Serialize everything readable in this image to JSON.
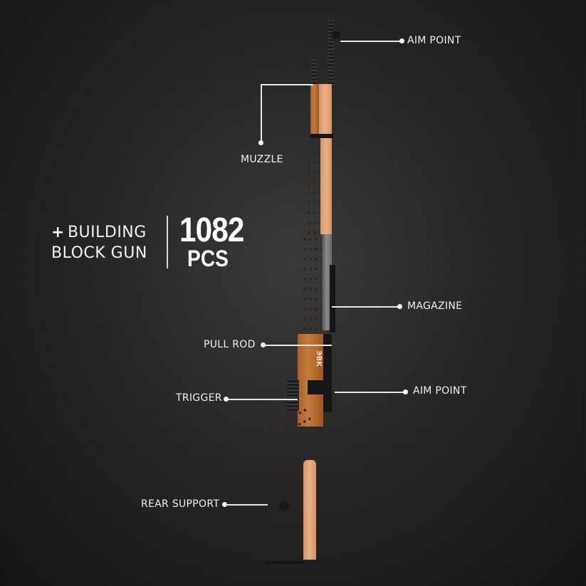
{
  "product": {
    "headline_line1": "BUILDING",
    "headline_line2": "BLOCK GUN",
    "plus_icon": "+",
    "piece_count": "1082",
    "piece_unit": "PCS",
    "brand_mark": "ЭBK"
  },
  "callouts": [
    {
      "id": "aim-point-top",
      "label": "AIM POINT",
      "side": "right"
    },
    {
      "id": "muzzle",
      "label": "MUZZLE",
      "side": "left"
    },
    {
      "id": "magazine",
      "label": "MAGAZINE",
      "side": "right"
    },
    {
      "id": "pull-rod",
      "label": "PULL ROD",
      "side": "left"
    },
    {
      "id": "trigger",
      "label": "TRIGGER",
      "side": "left"
    },
    {
      "id": "aim-point-bottom",
      "label": "AIM POINT",
      "side": "right"
    },
    {
      "id": "rear-support",
      "label": "REAR SUPPORT",
      "side": "left"
    }
  ],
  "colors": {
    "background": "#1e1e1e",
    "wood": "#b86e30",
    "wood_light": "#e0a37a",
    "metal": "#7a7a7a",
    "text": "#f0f0f0"
  }
}
